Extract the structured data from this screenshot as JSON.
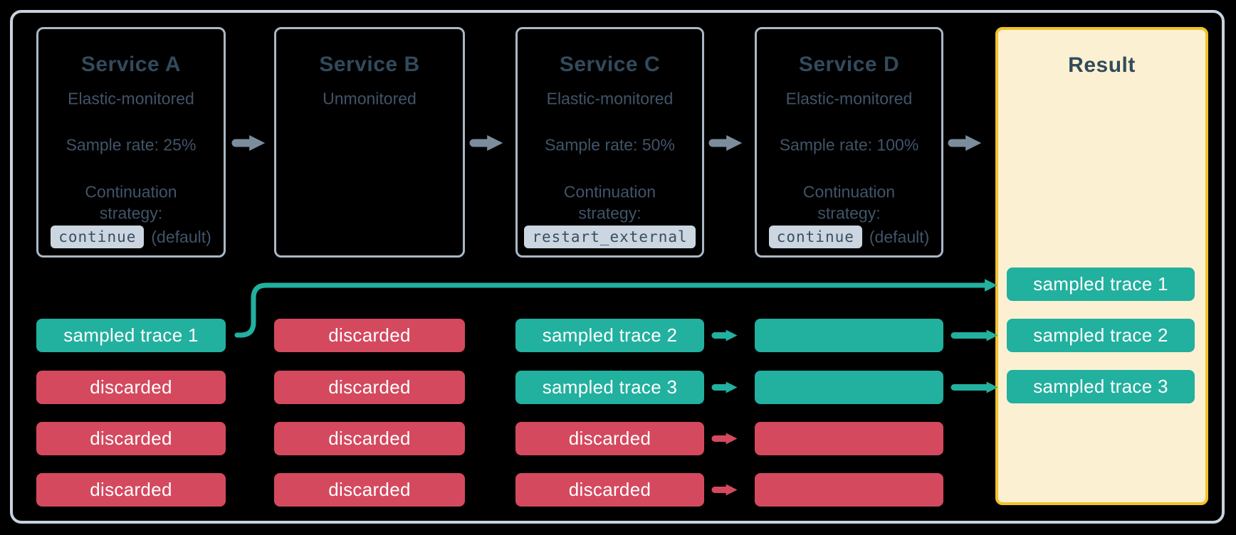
{
  "services": [
    {
      "title": "Service A",
      "subtitle": "Elastic-monitored",
      "sample_rate": "Sample rate: 25%",
      "continuation_line1": "Continuation",
      "continuation_line2": "strategy:",
      "code": "continue",
      "code_suffix": "(default)"
    },
    {
      "title": "Service B",
      "subtitle": "Unmonitored"
    },
    {
      "title": "Service C",
      "subtitle": "Elastic-monitored",
      "sample_rate": "Sample rate: 50%",
      "continuation_line1": "Continuation",
      "continuation_line2": "strategy:",
      "code": "restart_external",
      "code_suffix": ""
    },
    {
      "title": "Service D",
      "subtitle": "Elastic-monitored",
      "sample_rate": "Sample rate: 100%",
      "continuation_line1": "Continuation",
      "continuation_line2": "strategy:",
      "code": "continue",
      "code_suffix": "(default)"
    }
  ],
  "columns": [
    {
      "service": "Service A",
      "rows": [
        {
          "label": "sampled trace 1",
          "type": "sampled"
        },
        {
          "label": "discarded",
          "type": "discarded"
        },
        {
          "label": "discarded",
          "type": "discarded"
        },
        {
          "label": "discarded",
          "type": "discarded"
        }
      ]
    },
    {
      "service": "Service B",
      "rows": [
        {
          "label": "discarded",
          "type": "discarded"
        },
        {
          "label": "discarded",
          "type": "discarded"
        },
        {
          "label": "discarded",
          "type": "discarded"
        },
        {
          "label": "discarded",
          "type": "discarded"
        }
      ]
    },
    {
      "service": "Service C",
      "rows": [
        {
          "label": "sampled trace 2",
          "type": "sampled"
        },
        {
          "label": "sampled trace 3",
          "type": "sampled"
        },
        {
          "label": "discarded",
          "type": "discarded"
        },
        {
          "label": "discarded",
          "type": "discarded"
        }
      ]
    },
    {
      "service": "Service D",
      "rows": [
        {
          "label": "",
          "type": "sampled"
        },
        {
          "label": "",
          "type": "sampled"
        },
        {
          "label": "",
          "type": "discarded"
        },
        {
          "label": "",
          "type": "discarded"
        }
      ]
    }
  ],
  "result": {
    "title": "Result",
    "pills": [
      "sampled trace 1",
      "sampled trace 2",
      "sampled trace 3"
    ]
  },
  "icons": {
    "arrow_right_icon": "→"
  },
  "colors": {
    "teal": "#22b09f",
    "red": "#d4495e",
    "arrow_gray": "#7b8c9d",
    "outer_border": "#c7d3de",
    "service_border": "#a9b8c6",
    "title_text": "#324a5b",
    "body_text": "#415468",
    "code_bg": "#cbd6e0",
    "result_border": "#f2c22b",
    "result_bg": "#fbf1d2",
    "pill_text": "#ffffff"
  }
}
